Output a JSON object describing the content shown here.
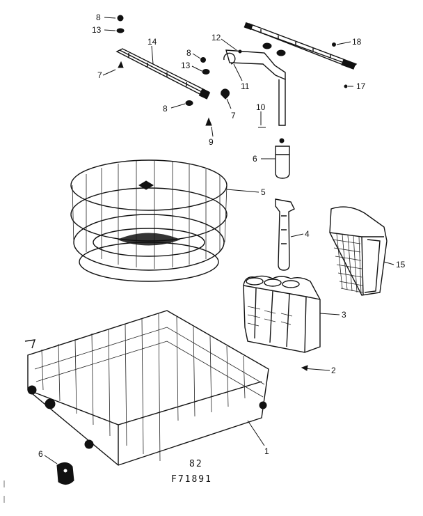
{
  "caption": {
    "code": "82",
    "number": "F71891"
  },
  "labels": {
    "l8a": "8",
    "l13a": "13",
    "l14": "14",
    "l7a": "7",
    "l8b": "8",
    "l13b": "13",
    "l8c": "8",
    "l7b": "7",
    "l9": "9",
    "l12": "12",
    "l11": "11",
    "l10": "10",
    "l6": "6",
    "l18": "18",
    "l17": "17",
    "l5": "5",
    "l4": "4",
    "l15": "15",
    "l3": "3",
    "l2": "2",
    "l1": "1",
    "l16": "6"
  }
}
